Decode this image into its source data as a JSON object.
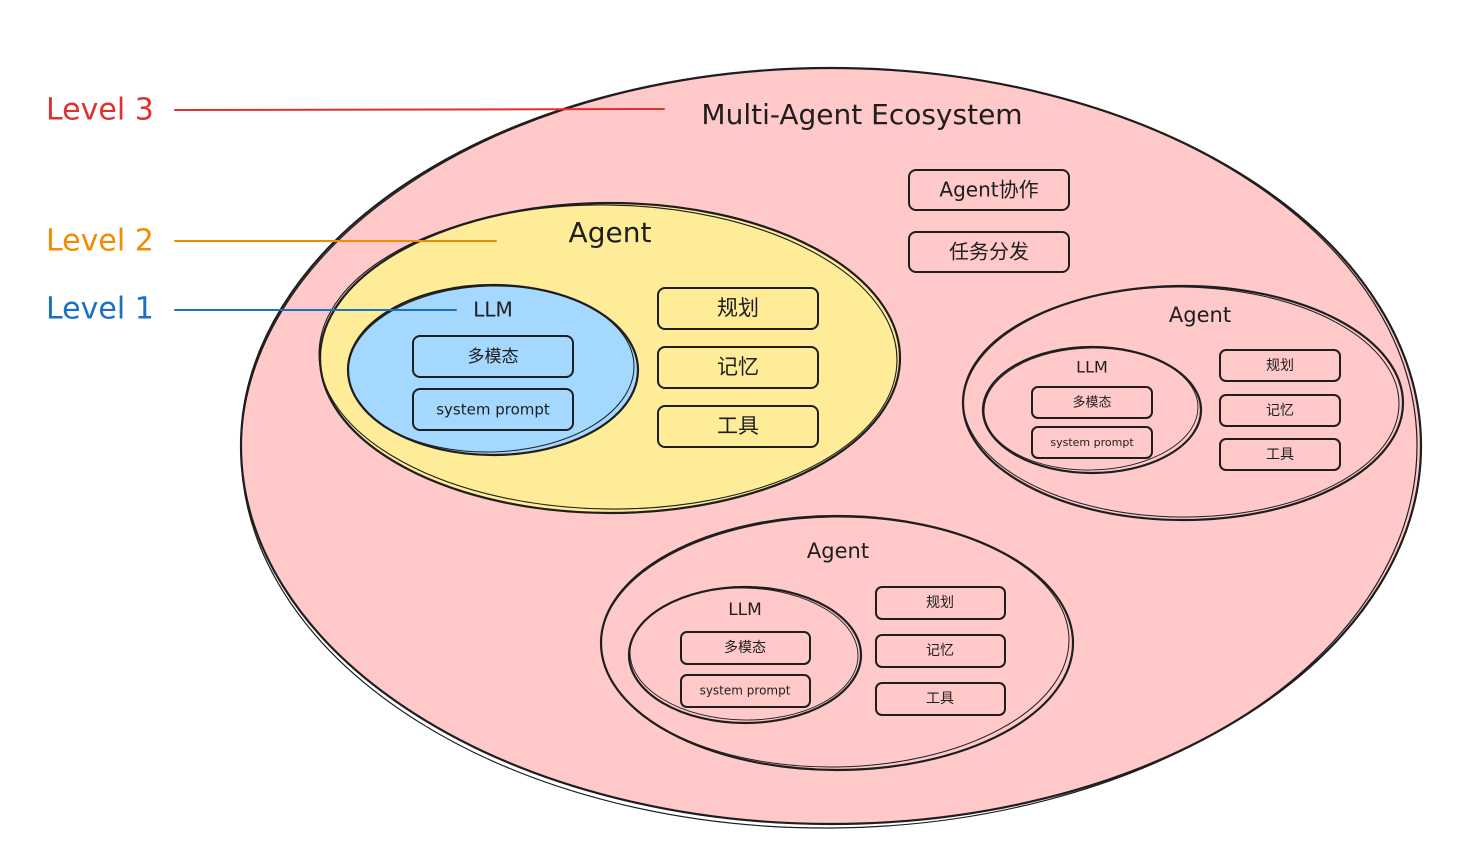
{
  "colors": {
    "ecosystem_fill": "#ffc9c9",
    "agent_fill": "#ffec99",
    "llm_fill": "#a5d8ff",
    "stroke": "#1e1e1e",
    "level3": "#e03131",
    "level2": "#f08c00",
    "level1": "#1971c2"
  },
  "levels": [
    {
      "label": "Level 3",
      "color": "#e03131"
    },
    {
      "label": "Level 2",
      "color": "#f08c00"
    },
    {
      "label": "Level 1",
      "color": "#1971c2"
    }
  ],
  "ecosystem": {
    "title": "Multi-Agent Ecosystem",
    "actions": [
      "Agent协作",
      "任务分发"
    ]
  },
  "agents": [
    {
      "title": "Agent",
      "llm_title": "LLM",
      "llm_items": [
        "多模态",
        "system prompt"
      ],
      "capabilities": [
        "规划",
        "记忆",
        "工具"
      ]
    },
    {
      "title": "Agent",
      "llm_title": "LLM",
      "llm_items": [
        "多模态",
        "system prompt"
      ],
      "capabilities": [
        "规划",
        "记忆",
        "工具"
      ]
    },
    {
      "title": "Agent",
      "llm_title": "LLM",
      "llm_items": [
        "多模态",
        "system prompt"
      ],
      "capabilities": [
        "规划",
        "记忆",
        "工具"
      ]
    }
  ]
}
